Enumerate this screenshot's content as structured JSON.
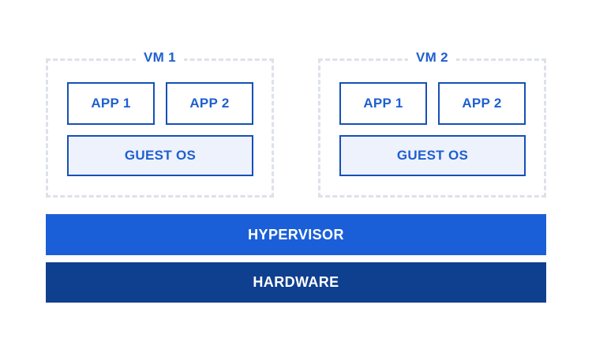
{
  "diagram": {
    "vms": [
      {
        "label": "VM 1",
        "apps": [
          "APP 1",
          "APP 2"
        ],
        "guest_os": "GUEST OS"
      },
      {
        "label": "VM 2",
        "apps": [
          "APP 1",
          "APP 2"
        ],
        "guest_os": "GUEST OS"
      }
    ],
    "hypervisor": "HYPERVISOR",
    "hardware": "HARDWARE"
  },
  "colors": {
    "vm_border": "#dde1ea",
    "box_border": "#1650b8",
    "text_blue": "#1f5fcf",
    "guest_os_fill": "#eef2fc",
    "hypervisor_fill": "#1a5fd8",
    "hardware_fill": "#0f3f8f"
  }
}
